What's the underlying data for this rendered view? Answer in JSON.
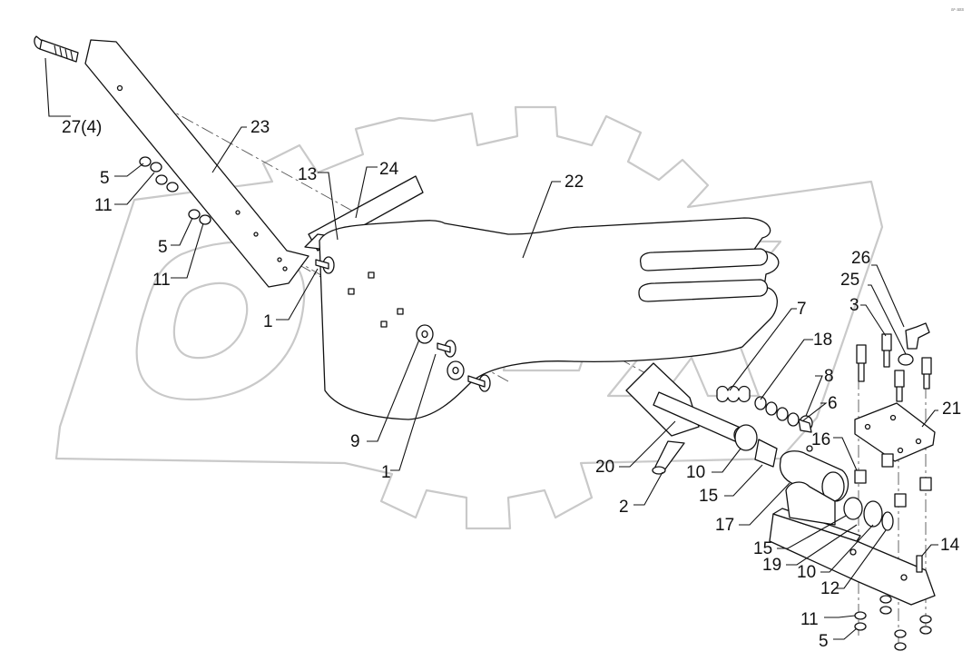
{
  "corner_text": "a⁶ ass",
  "watermark": {
    "brand": "OPEX"
  },
  "callouts": [
    {
      "id": "c27",
      "text": "27(4)"
    },
    {
      "id": "c23",
      "text": "23"
    },
    {
      "id": "c5a",
      "text": "5"
    },
    {
      "id": "c11a",
      "text": "11"
    },
    {
      "id": "c5b",
      "text": "5"
    },
    {
      "id": "c11b",
      "text": "11"
    },
    {
      "id": "c13",
      "text": "13"
    },
    {
      "id": "c24",
      "text": "24"
    },
    {
      "id": "c22",
      "text": "22"
    },
    {
      "id": "c1a",
      "text": "1"
    },
    {
      "id": "c9",
      "text": "9"
    },
    {
      "id": "c1b",
      "text": "1"
    },
    {
      "id": "c26",
      "text": "26"
    },
    {
      "id": "c25",
      "text": "25"
    },
    {
      "id": "c3",
      "text": "3"
    },
    {
      "id": "c7",
      "text": "7"
    },
    {
      "id": "c18",
      "text": "18"
    },
    {
      "id": "c8",
      "text": "8"
    },
    {
      "id": "c6",
      "text": "6"
    },
    {
      "id": "c21",
      "text": "21"
    },
    {
      "id": "c16",
      "text": "16"
    },
    {
      "id": "c20",
      "text": "20"
    },
    {
      "id": "c10a",
      "text": "10"
    },
    {
      "id": "c15a",
      "text": "15"
    },
    {
      "id": "c2",
      "text": "2"
    },
    {
      "id": "c17",
      "text": "17"
    },
    {
      "id": "c15b",
      "text": "15"
    },
    {
      "id": "c19",
      "text": "19"
    },
    {
      "id": "c10b",
      "text": "10"
    },
    {
      "id": "c12",
      "text": "12"
    },
    {
      "id": "c14",
      "text": "14"
    },
    {
      "id": "c11c",
      "text": "11"
    },
    {
      "id": "c5c",
      "text": "5"
    }
  ]
}
